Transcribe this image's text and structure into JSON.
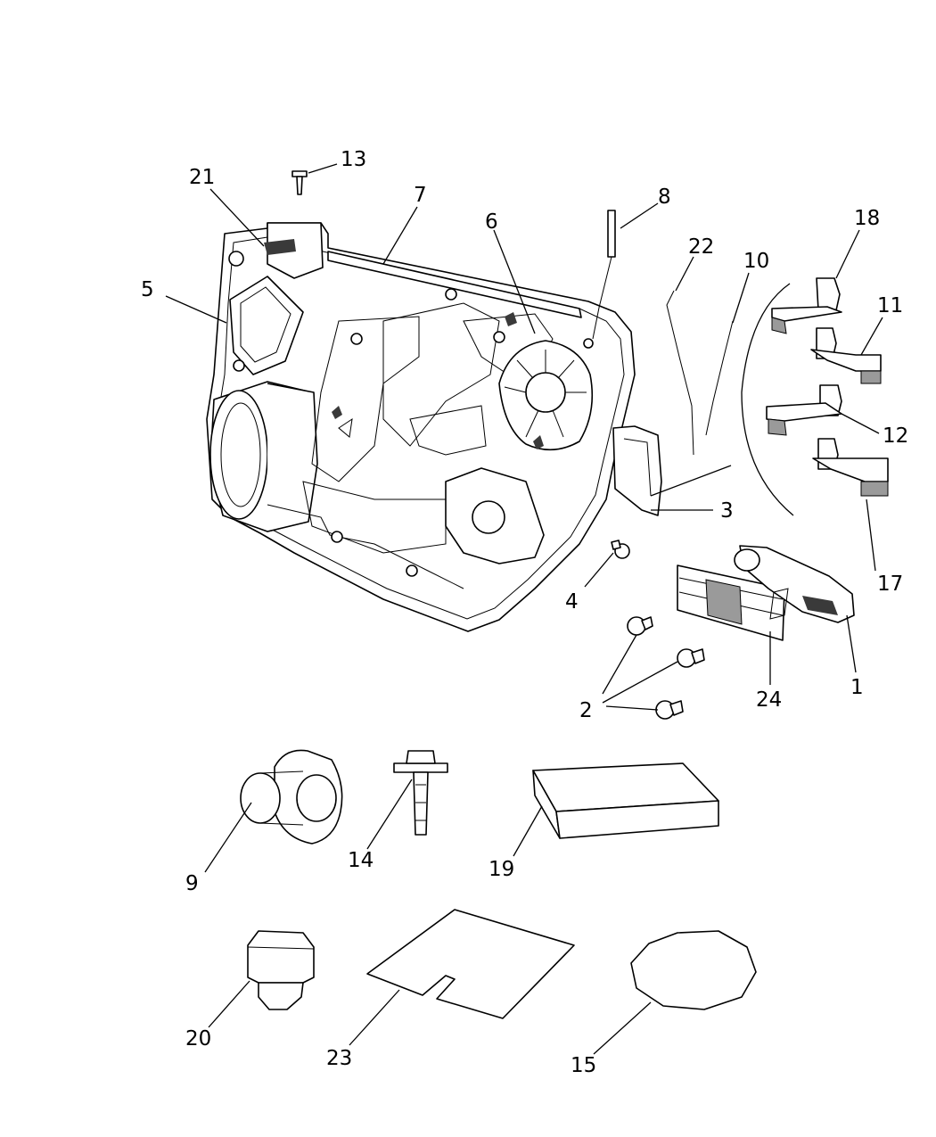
{
  "callouts": [
    {
      "id": "c1",
      "text": "1"
    },
    {
      "id": "c2",
      "text": "2"
    },
    {
      "id": "c3",
      "text": "3"
    },
    {
      "id": "c4",
      "text": "4"
    },
    {
      "id": "c5",
      "text": "5"
    },
    {
      "id": "c6",
      "text": "6"
    },
    {
      "id": "c7",
      "text": "7"
    },
    {
      "id": "c8",
      "text": "8"
    },
    {
      "id": "c9",
      "text": "9"
    },
    {
      "id": "c10",
      "text": "10"
    },
    {
      "id": "c11",
      "text": "11"
    },
    {
      "id": "c12",
      "text": "12"
    },
    {
      "id": "c13",
      "text": "13"
    },
    {
      "id": "c14",
      "text": "14"
    },
    {
      "id": "c15",
      "text": "15"
    },
    {
      "id": "c17",
      "text": "17"
    },
    {
      "id": "c18",
      "text": "18"
    },
    {
      "id": "c19",
      "text": "19"
    },
    {
      "id": "c20",
      "text": "20"
    },
    {
      "id": "c21",
      "text": "21"
    },
    {
      "id": "c22",
      "text": "22"
    },
    {
      "id": "c23",
      "text": "23"
    },
    {
      "id": "c24",
      "text": "24"
    }
  ]
}
